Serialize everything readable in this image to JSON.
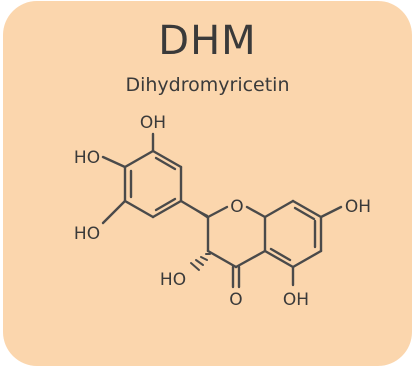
{
  "card": {
    "title": "DHM",
    "subtitle": "Dihydromyricetin"
  },
  "molecule": {
    "labels": {
      "oh_top": "OH",
      "ho_upper_left": "HO",
      "ho_lower_left": "HO",
      "oh_right": "OH",
      "ho_chiral": "HO",
      "carbonyl_o": "O",
      "oh_bottom": "OH",
      "ring_o": "O"
    }
  },
  "colors": {
    "background": "#fbd6ad",
    "ink": "#3a3a3a",
    "bond": "#4a4a4a"
  }
}
